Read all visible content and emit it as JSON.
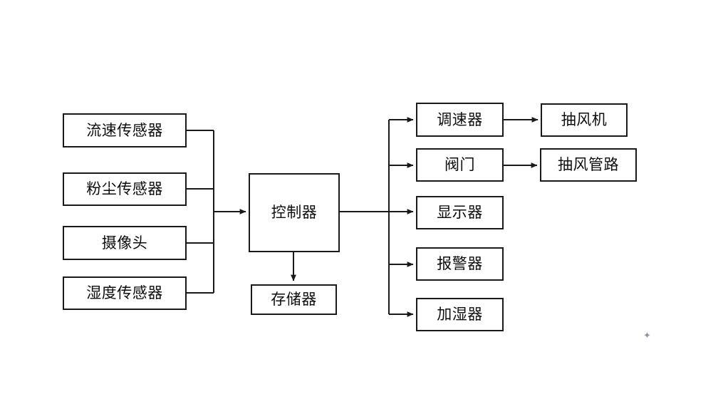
{
  "diagram": {
    "type": "block-diagram",
    "title": "",
    "background": "#ffffff",
    "line_color": "#1a1a1a",
    "text_color": "#0d0d0d",
    "inputs": [
      {
        "id": "flow-sensor",
        "label": "流速传感器"
      },
      {
        "id": "dust-sensor",
        "label": "粉尘传感器"
      },
      {
        "id": "camera",
        "label": "摄像头"
      },
      {
        "id": "humidity-sensor",
        "label": "湿度传感器"
      }
    ],
    "core": {
      "controller": {
        "id": "controller",
        "label": "控制器"
      },
      "storage": {
        "id": "storage",
        "label": "存储器"
      }
    },
    "outputs": [
      {
        "id": "speed-governor",
        "label": "调速器"
      },
      {
        "id": "valve",
        "label": "阀门"
      },
      {
        "id": "display",
        "label": "显示器"
      },
      {
        "id": "alarm",
        "label": "报警器"
      },
      {
        "id": "humidifier",
        "label": "加湿器"
      }
    ],
    "actuators": [
      {
        "id": "exhaust-fan",
        "label": "抽风机"
      },
      {
        "id": "exhaust-duct",
        "label": "抽风管路"
      }
    ],
    "artifact": {
      "id": "stray-mark",
      "glyph": "✦"
    }
  }
}
